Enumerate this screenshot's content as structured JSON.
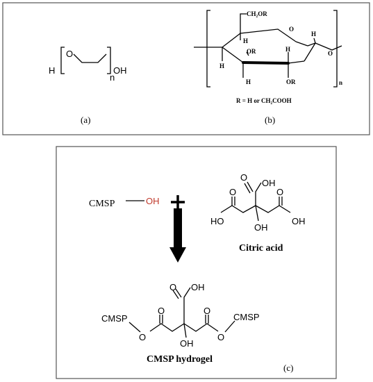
{
  "panel_a": {
    "h_left": "H",
    "o_link": "O",
    "n": "n",
    "oh_end": "OH",
    "caption": "(a)"
  },
  "panel_b": {
    "ch2or": "CH₂OR",
    "ring_o": "O",
    "h_top_right": "H",
    "h_top": "H",
    "or_left": "OR",
    "h_mid": "H",
    "h_left": "H",
    "h_bottom": "H",
    "or_bottom": "OR",
    "o_link": "O",
    "n": "n",
    "r_def": "R = H or CH₂COOH",
    "caption": "(b)"
  },
  "panel_c": {
    "cmsp": "CMSP",
    "oh": "OH",
    "plus": "+",
    "acid": {
      "oh_top": "OH",
      "o_top": "O",
      "ho_left": "HO",
      "oh_right": "OH",
      "o_left": "O",
      "o_right": "O",
      "oh_center": "OH",
      "name": "Citric acid"
    },
    "gel": {
      "oh_top": "OH",
      "o_top": "O",
      "cmsp_left": "CMSP",
      "cmsp_right": "CMSP",
      "o_left_carbonyl": "O",
      "o_right_carbonyl": "O",
      "o_left_ester": "O",
      "o_right_ester": "O",
      "oh_center": "OH",
      "name": "CMSP hydrogel"
    },
    "caption": "(c)"
  },
  "colors": {
    "line": "#000000",
    "oh_red": "#c0392b",
    "border": "#555555"
  }
}
